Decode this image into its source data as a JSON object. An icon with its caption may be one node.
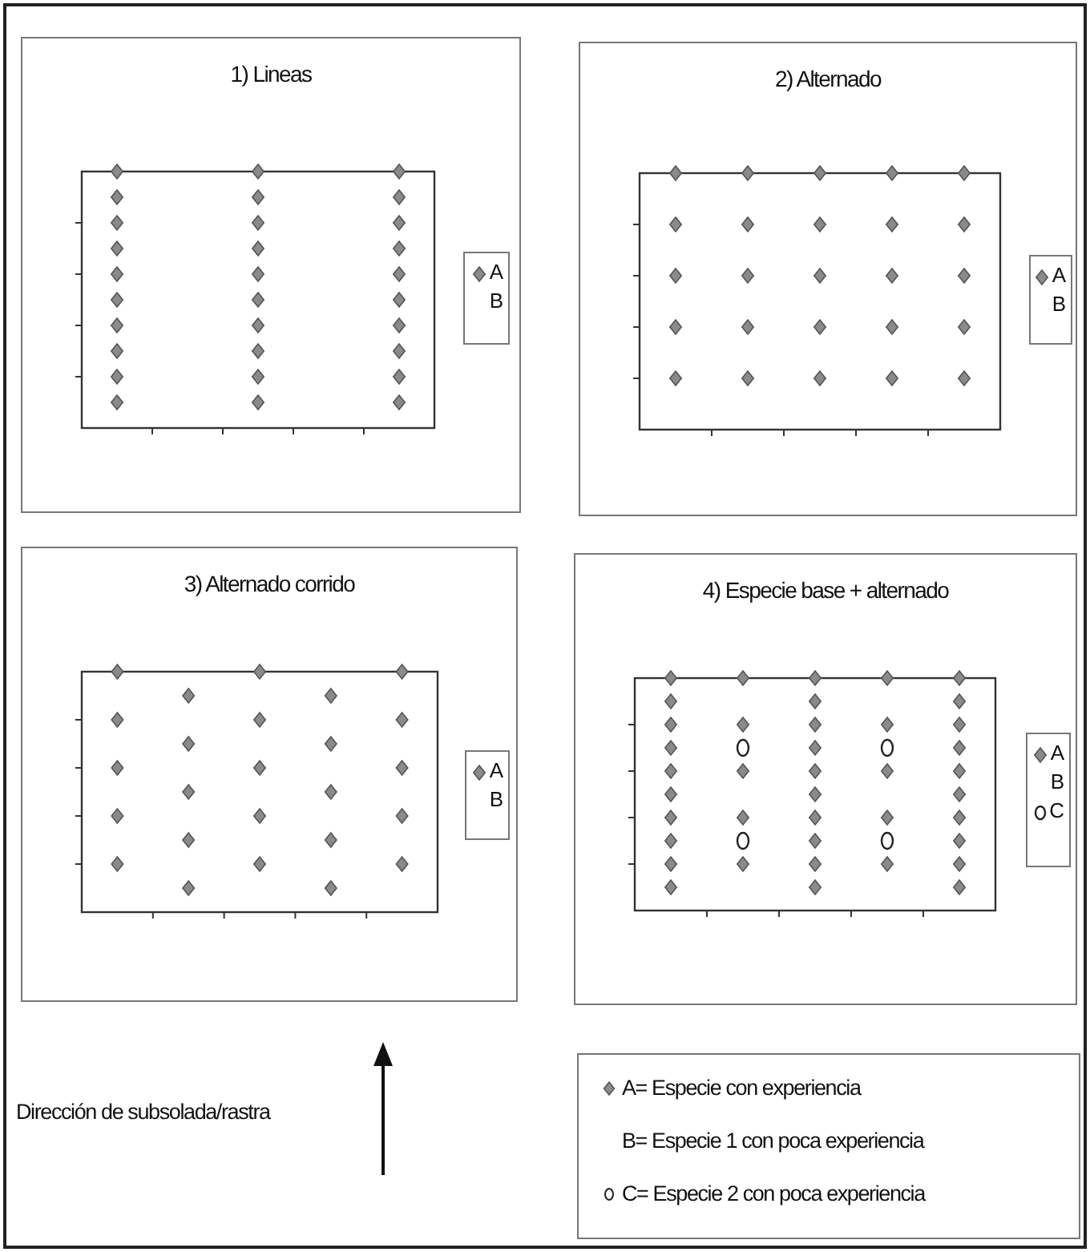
{
  "diagram": {
    "nodes": [
      {
        "text": [
          "1) Lineas"
        ]
      },
      {
        "text": [
          "A",
          "B"
        ],
        "in": 0
      },
      {
        "text": [
          "2) Alternado"
        ]
      },
      {
        "text": [
          "A",
          "B"
        ],
        "in": 2
      },
      {
        "text": [
          "3) Alternado corrido"
        ]
      },
      {
        "text": [
          "A",
          "B"
        ],
        "in": 4
      },
      {
        "text": [
          "4) Especie base + alternado"
        ]
      },
      {
        "text": [
          "A",
          "B",
          "C"
        ],
        "in": 6
      }
    ],
    "labels": [
      "Dirección de subsolada/rastra"
    ],
    "legend": [
      {
        "text": "A= Especie con experiencia"
      },
      {
        "text": "B= Especie 1 con poca experiencia"
      },
      {
        "text": "C= Especie 2 con poca experiencia"
      }
    ]
  }
}
